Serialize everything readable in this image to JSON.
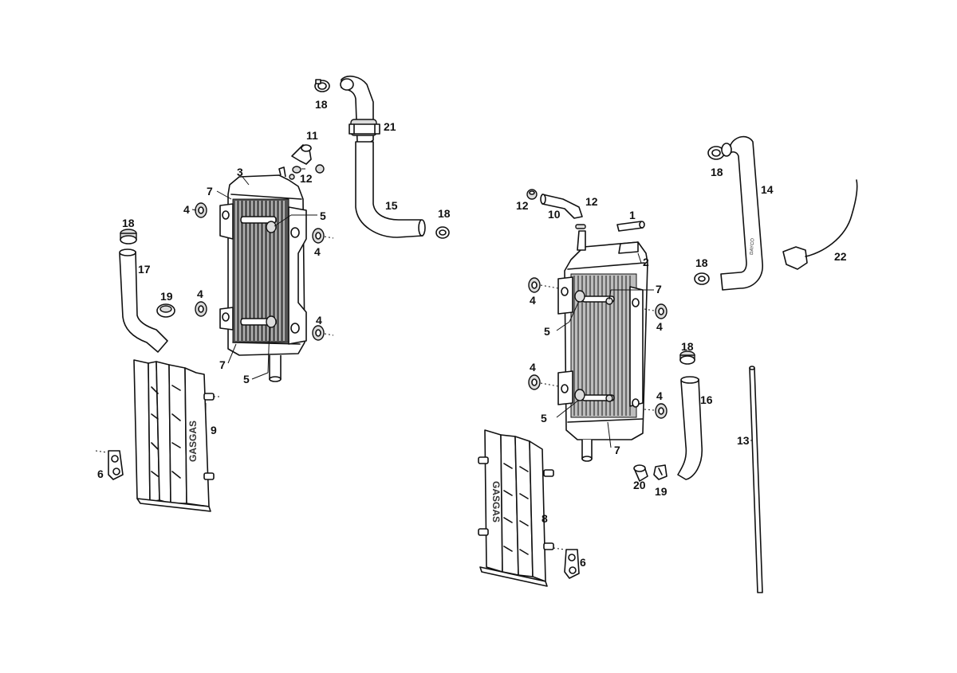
{
  "callouts": [
    {
      "id": "c18a",
      "text": "18"
    },
    {
      "id": "c21",
      "text": "21"
    },
    {
      "id": "c11",
      "text": "11"
    },
    {
      "id": "c3",
      "text": "3"
    },
    {
      "id": "c12a",
      "text": "12"
    },
    {
      "id": "c7a",
      "text": "7"
    },
    {
      "id": "c4a",
      "text": "4"
    },
    {
      "id": "c5a",
      "text": "5"
    },
    {
      "id": "c15",
      "text": "15"
    },
    {
      "id": "c18b",
      "text": "18"
    },
    {
      "id": "c4b",
      "text": "4"
    },
    {
      "id": "c18c",
      "text": "18"
    },
    {
      "id": "c17",
      "text": "17"
    },
    {
      "id": "c19a",
      "text": "19"
    },
    {
      "id": "c4c",
      "text": "4"
    },
    {
      "id": "c4d",
      "text": "4"
    },
    {
      "id": "c7b",
      "text": "7"
    },
    {
      "id": "c5b",
      "text": "5"
    },
    {
      "id": "c9",
      "text": "9"
    },
    {
      "id": "c6a",
      "text": "6"
    },
    {
      "id": "c18d",
      "text": "18"
    },
    {
      "id": "c14",
      "text": "14"
    },
    {
      "id": "c12b",
      "text": "12"
    },
    {
      "id": "c10",
      "text": "10"
    },
    {
      "id": "c12c",
      "text": "12"
    },
    {
      "id": "c1",
      "text": "1"
    },
    {
      "id": "c2",
      "text": "2"
    },
    {
      "id": "c22",
      "text": "22"
    },
    {
      "id": "c18e",
      "text": "18"
    },
    {
      "id": "c7c",
      "text": "7"
    },
    {
      "id": "c4e",
      "text": "4"
    },
    {
      "id": "c5c",
      "text": "5"
    },
    {
      "id": "c4f",
      "text": "4"
    },
    {
      "id": "c18f",
      "text": "18"
    },
    {
      "id": "c16",
      "text": "16"
    },
    {
      "id": "c4g",
      "text": "4"
    },
    {
      "id": "c4h",
      "text": "4"
    },
    {
      "id": "c5d",
      "text": "5"
    },
    {
      "id": "c7d",
      "text": "7"
    },
    {
      "id": "c13",
      "text": "13"
    },
    {
      "id": "c20",
      "text": "20"
    },
    {
      "id": "c19b",
      "text": "19"
    },
    {
      "id": "c8",
      "text": "8"
    },
    {
      "id": "c6b",
      "text": "6"
    }
  ],
  "brand_marks": {
    "left_guard": "GASGAS",
    "right_guard": "GASGAS",
    "hose_14_print": "DAYCO"
  }
}
